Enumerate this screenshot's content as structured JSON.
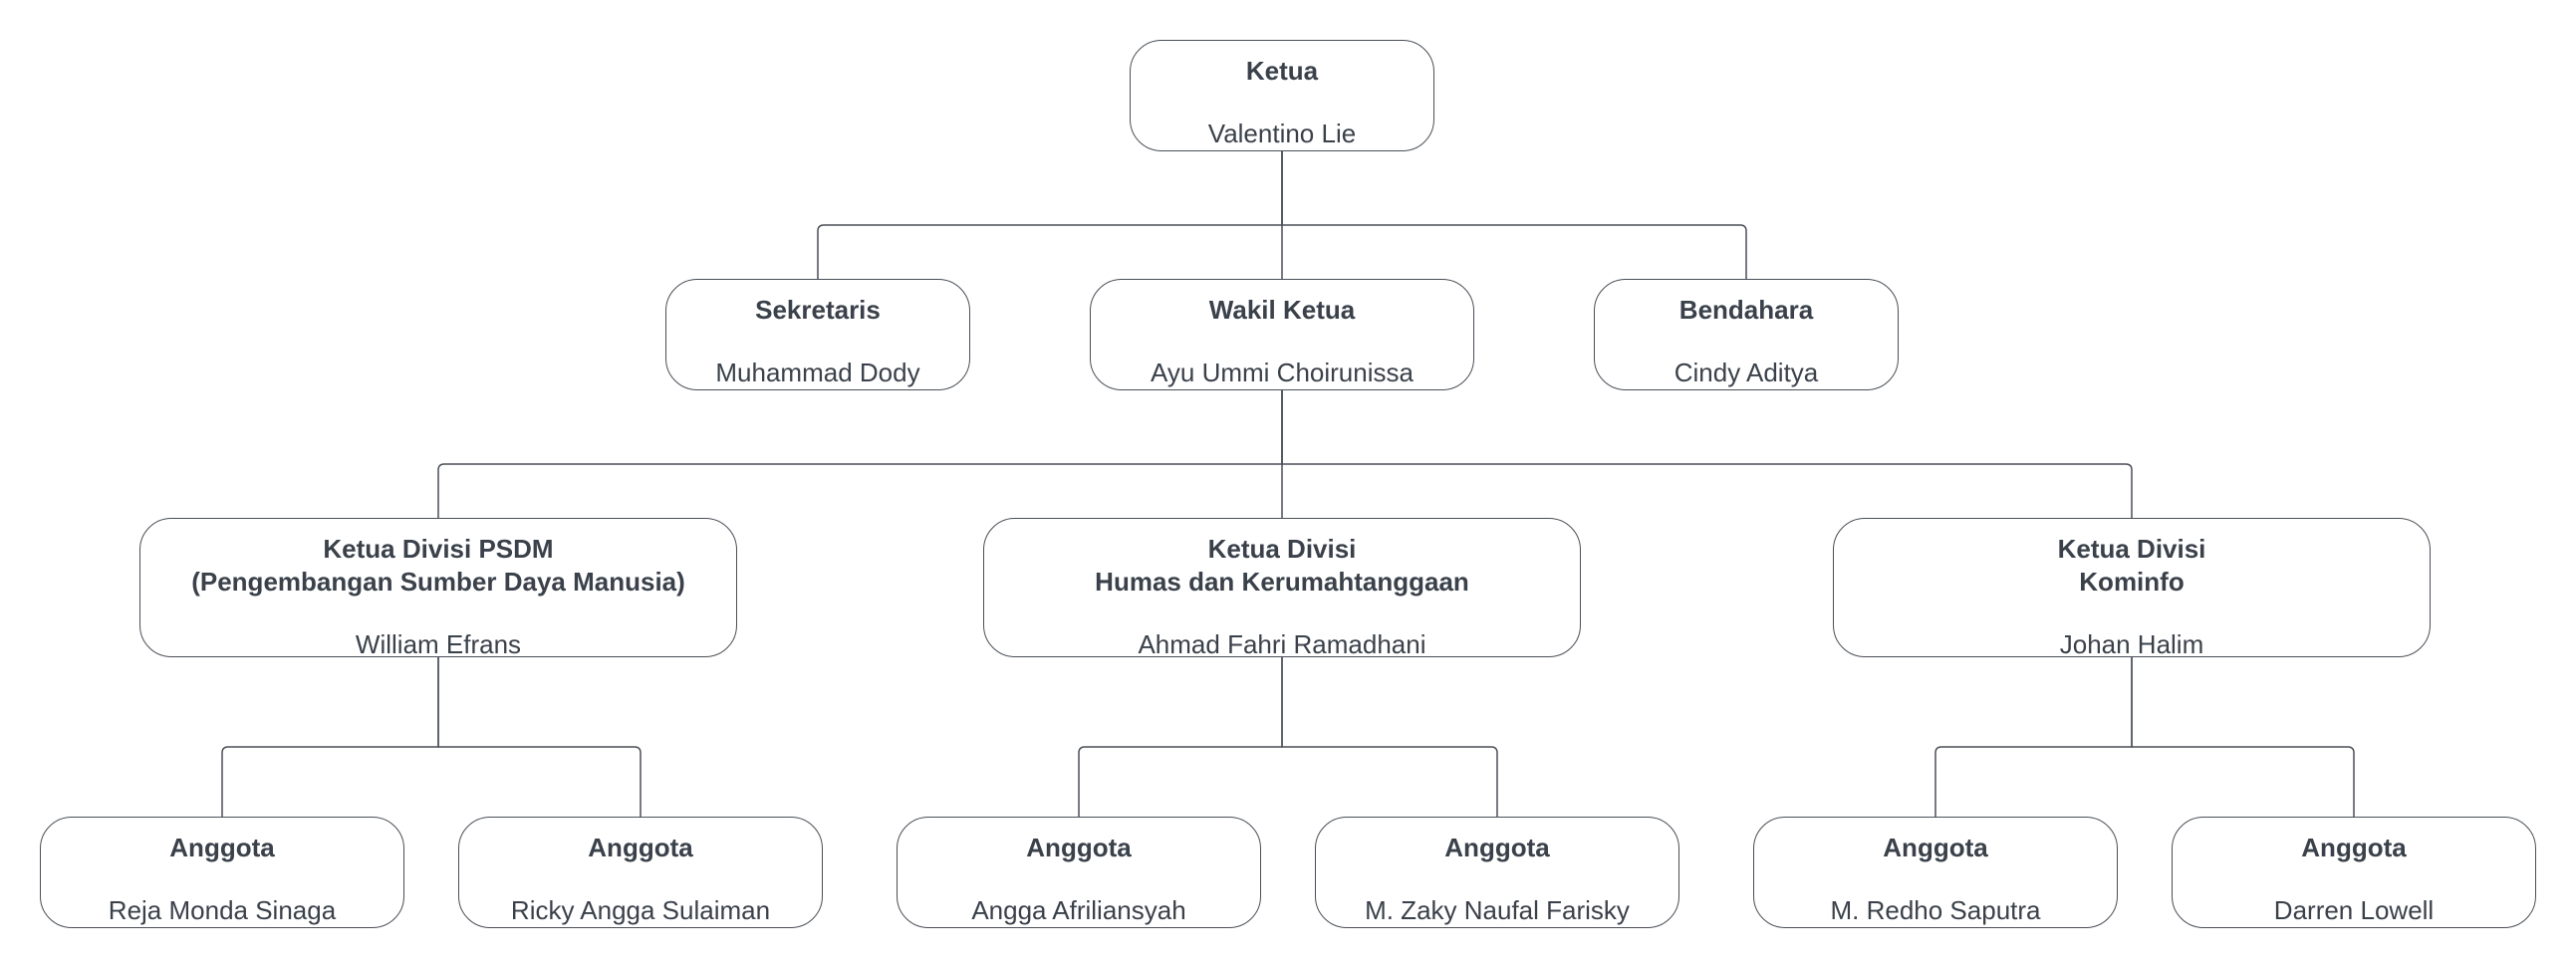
{
  "nodes": [
    {
      "id": "ketua",
      "role": "Ketua",
      "name": "Valentino Lie"
    },
    {
      "id": "sekretaris",
      "role": "Sekretaris",
      "name": "Muhammad Dody"
    },
    {
      "id": "wakil-ketua",
      "role": "Wakil Ketua",
      "name": "Ayu Ummi Choirunissa"
    },
    {
      "id": "bendahara",
      "role": "Bendahara",
      "name": "Cindy Aditya"
    },
    {
      "id": "ketua-psdm",
      "role": "Ketua Divisi PSDM\n(Pengembangan Sumber Daya Manusia)",
      "name": "William Efrans"
    },
    {
      "id": "ketua-humas",
      "role": "Ketua Divisi\nHumas dan Kerumahtanggaan",
      "name": "Ahmad Fahri Ramadhani"
    },
    {
      "id": "ketua-kominfo",
      "role": "Ketua Divisi\nKominfo",
      "name": "Johan Halim"
    },
    {
      "id": "anggota-psdm-1",
      "role": "Anggota",
      "name": "Reja Monda Sinaga"
    },
    {
      "id": "anggota-psdm-2",
      "role": "Anggota",
      "name": "Ricky Angga Sulaiman"
    },
    {
      "id": "anggota-humas-1",
      "role": "Anggota",
      "name": "Angga Afriliansyah"
    },
    {
      "id": "anggota-humas-2",
      "role": "Anggota",
      "name": "M. Zaky Naufal Farisky"
    },
    {
      "id": "anggota-kominfo-1",
      "role": "Anggota",
      "name": "M. Redho Saputra"
    },
    {
      "id": "anggota-kominfo-2",
      "role": "Anggota",
      "name": "Darren Lowell"
    }
  ],
  "edges": [
    {
      "from": "ketua",
      "to": "sekretaris"
    },
    {
      "from": "ketua",
      "to": "wakil-ketua"
    },
    {
      "from": "ketua",
      "to": "bendahara"
    },
    {
      "from": "wakil-ketua",
      "to": "ketua-psdm"
    },
    {
      "from": "wakil-ketua",
      "to": "ketua-humas"
    },
    {
      "from": "wakil-ketua",
      "to": "ketua-kominfo"
    },
    {
      "from": "ketua-psdm",
      "to": "anggota-psdm-1"
    },
    {
      "from": "ketua-psdm",
      "to": "anggota-psdm-2"
    },
    {
      "from": "ketua-humas",
      "to": "anggota-humas-1"
    },
    {
      "from": "ketua-humas",
      "to": "anggota-humas-2"
    },
    {
      "from": "ketua-kominfo",
      "to": "anggota-kominfo-1"
    },
    {
      "from": "ketua-kominfo",
      "to": "anggota-kominfo-2"
    }
  ]
}
